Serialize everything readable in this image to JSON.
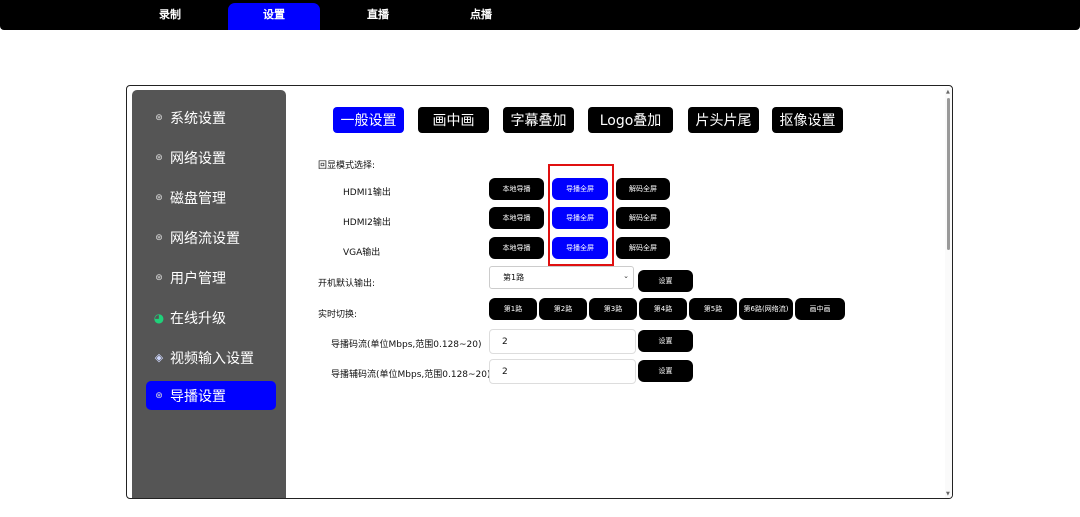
{
  "topnav": [
    "录制",
    "设置",
    "直播",
    "点播"
  ],
  "sidebar": {
    "items": [
      {
        "label": "系统设置",
        "icon": "gear-icon"
      },
      {
        "label": "网络设置",
        "icon": "gear-icon"
      },
      {
        "label": "磁盘管理",
        "icon": "gear-icon"
      },
      {
        "label": "网络流设置",
        "icon": "gear-icon"
      },
      {
        "label": "用户管理",
        "icon": "gear-icon"
      },
      {
        "label": "在线升级",
        "icon": "refresh-icon"
      },
      {
        "label": "视频输入设置",
        "icon": "video-icon"
      },
      {
        "label": "导播设置",
        "icon": "gear-icon"
      }
    ],
    "active": "导播设置"
  },
  "tabs": [
    "一般设置",
    "画中画",
    "字幕叠加",
    "Logo叠加",
    "片头片尾",
    "抠像设置"
  ],
  "echo_mode": {
    "label": "回显模式选择:",
    "rows": [
      {
        "label": "HDMI1输出",
        "options": [
          "本地导播",
          "导播全屏",
          "解码全屏"
        ],
        "selected": "导播全屏"
      },
      {
        "label": "HDMI2输出",
        "options": [
          "本地导播",
          "导播全屏",
          "解码全屏"
        ],
        "selected": "导播全屏"
      },
      {
        "label": "VGA输出",
        "options": [
          "本地导播",
          "导播全屏",
          "解码全屏"
        ],
        "selected": "导播全屏"
      }
    ]
  },
  "default_output": {
    "label": "开机默认输出:",
    "value": "第1路",
    "button": "设置"
  },
  "realtime_switch": {
    "label": "实时切换:",
    "buttons": [
      "第1路",
      "第2路",
      "第3路",
      "第4路",
      "第5路",
      "第6路(网络流)",
      "画中画"
    ]
  },
  "main_bitrate": {
    "label": "导播码流(单位Mbps,范围0.128~20)",
    "value": "2",
    "button": "设置"
  },
  "sub_bitrate": {
    "label": "导播辅码流(单位Mbps,范围0.128~20)",
    "value": "2",
    "button": "设置"
  },
  "colors": {
    "accent": "#0000ff",
    "button": "#000000",
    "sidebar": "#555555",
    "highlight": "#e01010"
  }
}
